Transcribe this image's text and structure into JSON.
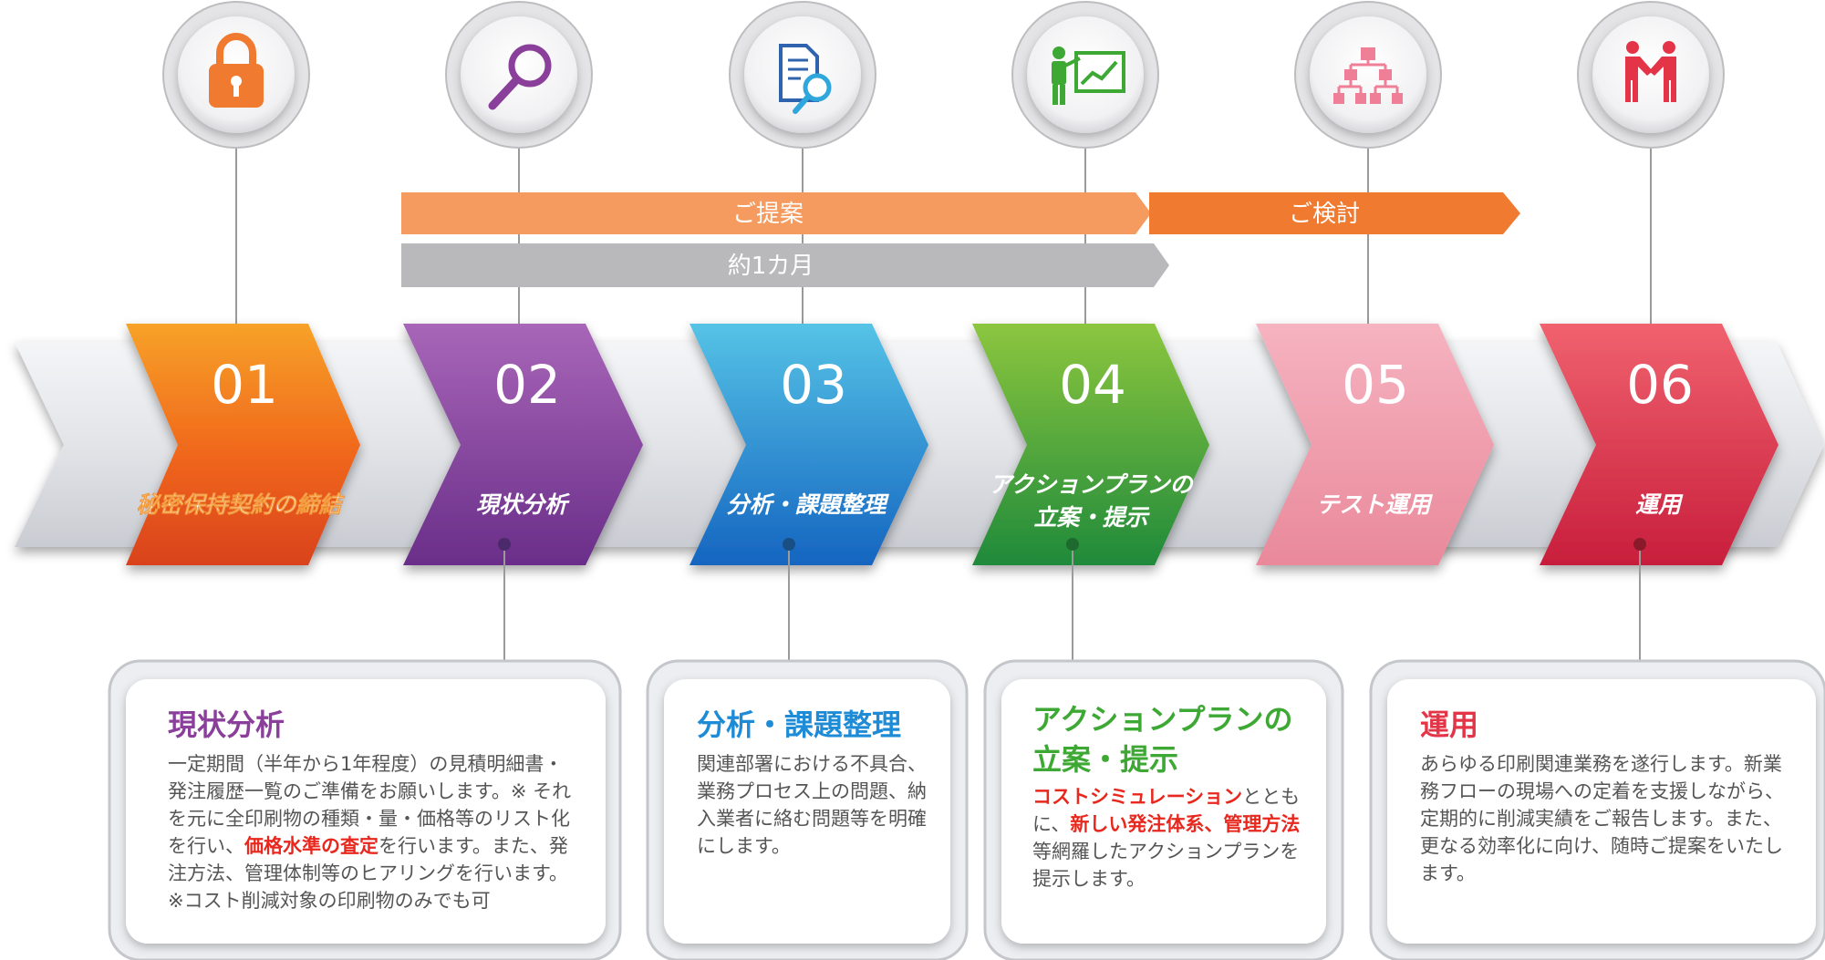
{
  "colors": {
    "orange": "#f0661b",
    "purple": "#8a3f9b",
    "blue": "#1e8bd6",
    "green": "#3da834",
    "pink": "#ee8fa0",
    "red": "#e43447",
    "bar_orange_light": "#f59b5f",
    "bar_orange": "#f07a30",
    "bar_gray": "#b9b9bb",
    "highlight": "#e8281e"
  },
  "phase_bars": {
    "proposal": "ご提案",
    "review": "ご検討",
    "duration": "約1カ月"
  },
  "steps": [
    {
      "number": "01",
      "label": "秘密保持契約の締結",
      "icon": "lock-icon"
    },
    {
      "number": "02",
      "label": "現状分析",
      "icon": "magnifier-icon"
    },
    {
      "number": "03",
      "label": "分析・課題整理",
      "icon": "document-search-icon"
    },
    {
      "number": "04",
      "label_line1": "アクションプランの",
      "label_line2": "立案・提示",
      "icon": "presentation-icon"
    },
    {
      "number": "05",
      "label": "テスト運用",
      "icon": "org-chart-icon"
    },
    {
      "number": "06",
      "label": "運用",
      "icon": "handshake-icon"
    }
  ],
  "cards": {
    "analysis": {
      "title": "現状分析",
      "text1": "一定期間（半年から1年程度）の見積明細書・発注履歴一覧のご準備をお願いします。※ それを元に全印刷物の種類・量・価格等のリスト化を行い、",
      "highlight": "価格水準の査定",
      "text2": "を行います。また、発注方法、管理体制等のヒアリングを行います。",
      "note": "※コスト削減対象の印刷物のみでも可"
    },
    "issues": {
      "title": "分析・課題整理",
      "text": "関連部署における不具合、業務プロセス上の問題、納入業者に絡む問題等を明確にします。"
    },
    "plan": {
      "title_line1": "アクションプランの",
      "title_line2": "立案・提示",
      "highlight1": "コストシミュレーション",
      "text1": "とともに、",
      "highlight2": "新しい発注体系、管理方法",
      "text2": "等網羅したアクションプランを提示します。"
    },
    "operation": {
      "title": "運用",
      "text": "あらゆる印刷関連業務を遂行します。新業務フローの現場への定着を支援しながら、定期的に削減実績をご報告します。また、更なる効率化に向け、随時ご提案をいたします。"
    }
  }
}
